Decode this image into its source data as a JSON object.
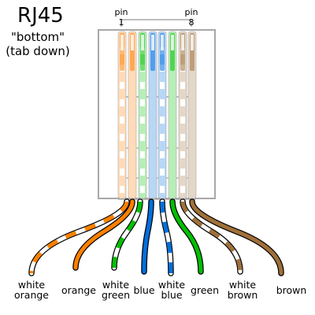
{
  "title": "RJ45",
  "subtitle_lines": [
    "\"bottom\"",
    "(tab down)"
  ],
  "pins": {
    "left": {
      "word": "pin",
      "number": "1"
    },
    "right": {
      "word": "pin",
      "number": "8"
    }
  },
  "colors": {
    "orange": "#ff8000",
    "green": "#00c000",
    "blue": "#0070e0",
    "brown": "#a0703a",
    "white": "#ffffff",
    "outline": "#a8a8a8",
    "ink": "#000000"
  },
  "wires": [
    {
      "pin": 1,
      "base": "white",
      "stripe": "orange",
      "label": [
        "white",
        "orange"
      ]
    },
    {
      "pin": 2,
      "base": "orange",
      "stripe": null,
      "label": [
        "orange"
      ]
    },
    {
      "pin": 3,
      "base": "white",
      "stripe": "green",
      "label": [
        "white",
        "green"
      ]
    },
    {
      "pin": 4,
      "base": "blue",
      "stripe": null,
      "label": [
        "blue"
      ]
    },
    {
      "pin": 5,
      "base": "white",
      "stripe": "blue",
      "label": [
        "white",
        "blue"
      ]
    },
    {
      "pin": 6,
      "base": "green",
      "stripe": null,
      "label": [
        "green"
      ]
    },
    {
      "pin": 7,
      "base": "white",
      "stripe": "brown",
      "label": [
        "white",
        "brown"
      ]
    },
    {
      "pin": 8,
      "base": "brown",
      "stripe": null,
      "label": [
        "brown"
      ]
    }
  ]
}
